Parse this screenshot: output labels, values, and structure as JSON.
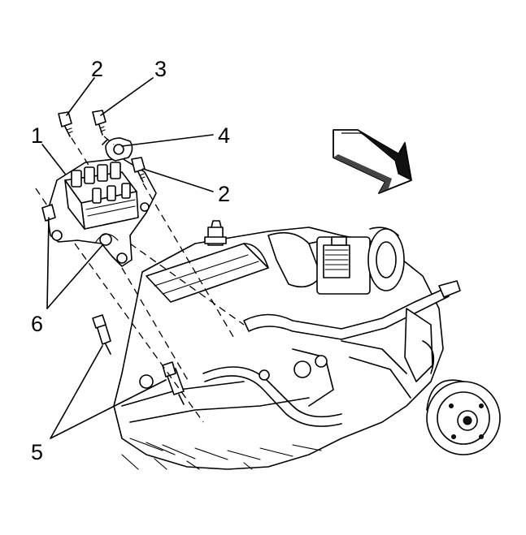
{
  "callouts": {
    "c1": "1",
    "c2a": "2",
    "c2b": "2",
    "c3": "3",
    "c4": "4",
    "c5": "5",
    "c6": "6"
  },
  "colors": {
    "line": "#000000",
    "background": "#ffffff",
    "arrow_fill": "#111111"
  },
  "icons": {
    "direction_arrow": "front-of-vehicle-arrow-icon"
  }
}
